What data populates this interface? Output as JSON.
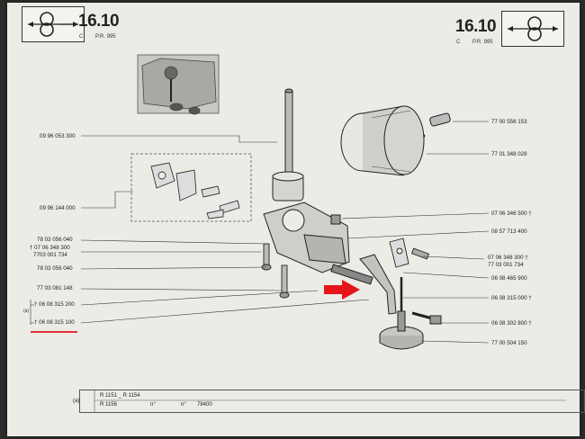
{
  "header": {
    "page_number": "16.10",
    "sub_left_c": "C",
    "sub_code": "P.R. 995"
  },
  "labels_left": [
    "09 96 053 300",
    "09 96 144 000",
    "78 03 056 040",
    "† 07 06 348 300",
    "7703 001 734",
    "78 03 056 040",
    "77 03 081 148",
    "† 06 08 315 200",
    "† 06 08 315 100"
  ],
  "labels_right": [
    "77 00 556 153",
    "77 01 348 028",
    "07 06 346 500 †",
    "08 57 713 400",
    "07 06 348 300 †",
    "77 03 001 734",
    "06 08 465 900",
    "06 08 315 000 †",
    "06 08 302 800 †",
    "77 00 504 150"
  ],
  "side_mark": "(a)",
  "legend": {
    "row1": "R 1151 _ R 1154",
    "row2": "R 1156",
    "range_from": "n°",
    "range_to": "n°",
    "range_value": "78400"
  },
  "colors": {
    "paper": "#ecebe5",
    "ink": "#222222",
    "arrow": "#e4161c",
    "underline": "#e4161c"
  },
  "icons": [
    "engine-oil-pump-icon",
    "red-pointer-arrow-icon"
  ]
}
